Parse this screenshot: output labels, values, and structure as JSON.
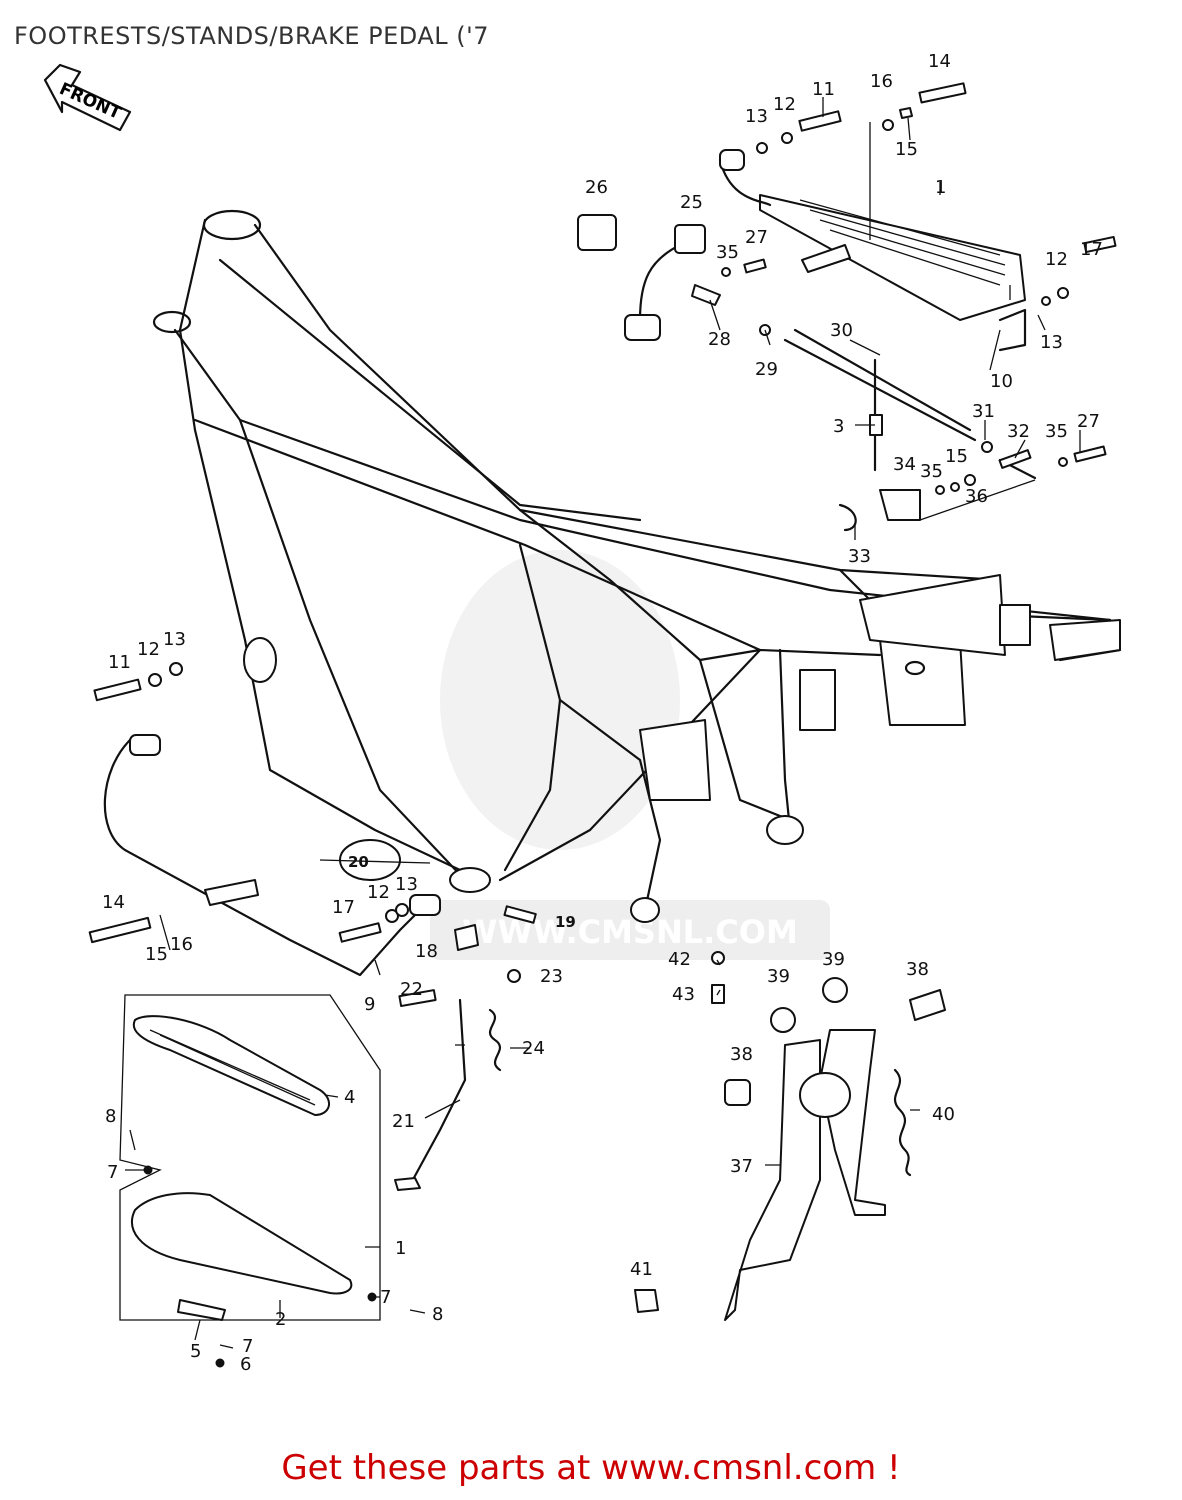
{
  "title": "FOOTRESTS/STANDS/BRAKE PEDAL ('7",
  "front_arrow_label": "FRONT",
  "watermark": "WWW.CMSNL.COM",
  "footer": "Get these parts at www.cmsnl.com !",
  "colors": {
    "footer": "#cc0000",
    "lines": "#111111",
    "watermark": "#d9d9d9"
  },
  "callouts": [
    "13",
    "12",
    "11",
    "16",
    "14",
    "15",
    "26",
    "25",
    "1",
    "35",
    "27",
    "12",
    "17",
    "28",
    "29",
    "30",
    "13",
    "10",
    "3",
    "31",
    "32",
    "35",
    "27",
    "34",
    "35",
    "15",
    "36",
    "33",
    "11",
    "12",
    "13",
    "20",
    "14",
    "17",
    "12",
    "13",
    "19",
    "15",
    "16",
    "18",
    "42",
    "23",
    "39",
    "39",
    "38",
    "9",
    "22",
    "43",
    "24",
    "4",
    "38",
    "8",
    "21",
    "40",
    "7",
    "37",
    "1",
    "41",
    "7",
    "8",
    "2",
    "5",
    "7",
    "6"
  ]
}
